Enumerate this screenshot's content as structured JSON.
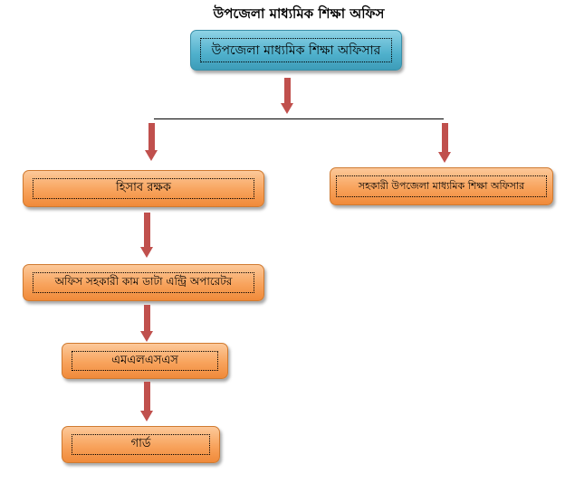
{
  "title": "উপজেলা মাধ্যমিক শিক্ষা অফিস",
  "nodes": {
    "officer": "উপজেলা মাধ্যমিক শিক্ষা অফিসার",
    "assistant_officer": "সহকারী উপজেলা মাধ্যমিক শিক্ষা অফিসার",
    "accountant": "হিসাব রক্ষক",
    "office_assistant": "অফিস সহকারী কাম ডাটা এন্ট্রি অপারেটর",
    "mlss": "এমএলএসএস",
    "guard": "গার্ড"
  },
  "colors": {
    "top_box": "#4fb0cc",
    "box": "#f8a35c",
    "arrow": "#c0504d"
  }
}
